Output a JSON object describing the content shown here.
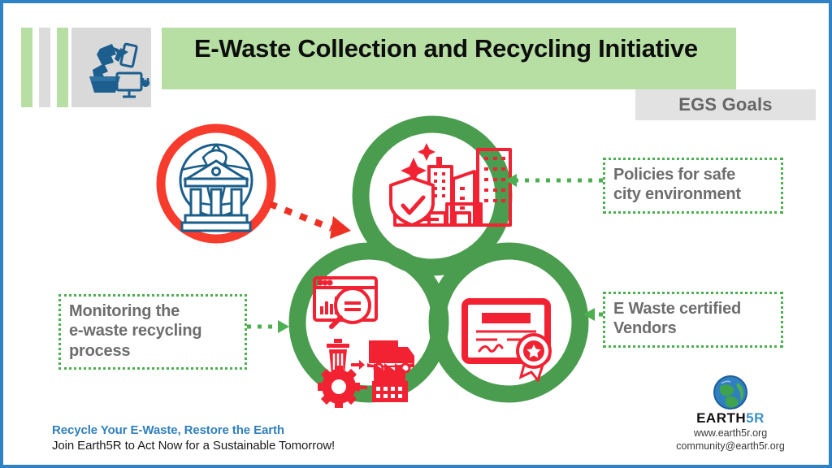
{
  "frame": {
    "border_color": "#2f83c5",
    "background": "#ffffff"
  },
  "header": {
    "title": "E-Waste Collection and Recycling Initiative",
    "banner_color": "#b7dfa4",
    "icon_name": "e-waste-recycling-icon",
    "icon_box_color": "#d9d9d9",
    "stripes": [
      {
        "name": "stripe-green-1",
        "color": "#b7dfa4"
      },
      {
        "name": "stripe-gray-1",
        "color": "#dcdcdc"
      },
      {
        "name": "stripe-green-2",
        "color": "#b7dfa4"
      }
    ],
    "badge": {
      "label": "EGS Goals",
      "background": "#e2e2e2",
      "text_color": "#666666"
    }
  },
  "diagram": {
    "ring_color": "#4a9d4f",
    "icon_color": "#f22233",
    "accent_red": "#ef3124",
    "accent_blue": "#1b5e8a",
    "source_icon": {
      "name": "global-governance-icon",
      "ring_color": "#f73b2d",
      "description": "globe with government building"
    },
    "circles": [
      {
        "name": "circle-safe-city",
        "icon_name": "safe-city-buildings-icon",
        "position": "top"
      },
      {
        "name": "circle-monitoring",
        "icon_name": "recycling-monitoring-icon",
        "position": "bottom-left"
      },
      {
        "name": "circle-certified-vendor",
        "icon_name": "certificate-award-icon",
        "position": "bottom-right"
      }
    ],
    "arrows": [
      {
        "name": "arrow-source-to-diagram",
        "color": "#ef3124",
        "style": "dashed"
      },
      {
        "name": "arrow-policies-to-circle",
        "color": "#4caf50",
        "style": "dotted"
      },
      {
        "name": "arrow-vendors-to-circle",
        "color": "#4caf50",
        "style": "dotted"
      },
      {
        "name": "arrow-monitoring-to-circle",
        "color": "#4caf50",
        "style": "dotted"
      }
    ]
  },
  "callouts": {
    "policies": "Policies for safe\ncity environment",
    "vendors": "E Waste certified\nVendors",
    "monitoring": "Monitoring the\ne-waste recycling\nprocess",
    "border_color": "#4caf50",
    "text_color": "#6d6d6d"
  },
  "footer": {
    "tagline": "Recycle Your E-Waste, Restore the Earth",
    "tagline_color": "#2f7fbe",
    "subtitle": "Join Earth5R to Act Now for a Sustainable Tomorrow!",
    "brand": {
      "logo_icon_name": "earth-globe-logo-icon",
      "wordmark_primary": "EARTH",
      "wordmark_accent": "5R",
      "accent_color": "#3e8fc9",
      "website": "www.earth5r.org",
      "email": "community@earth5r.org"
    }
  }
}
